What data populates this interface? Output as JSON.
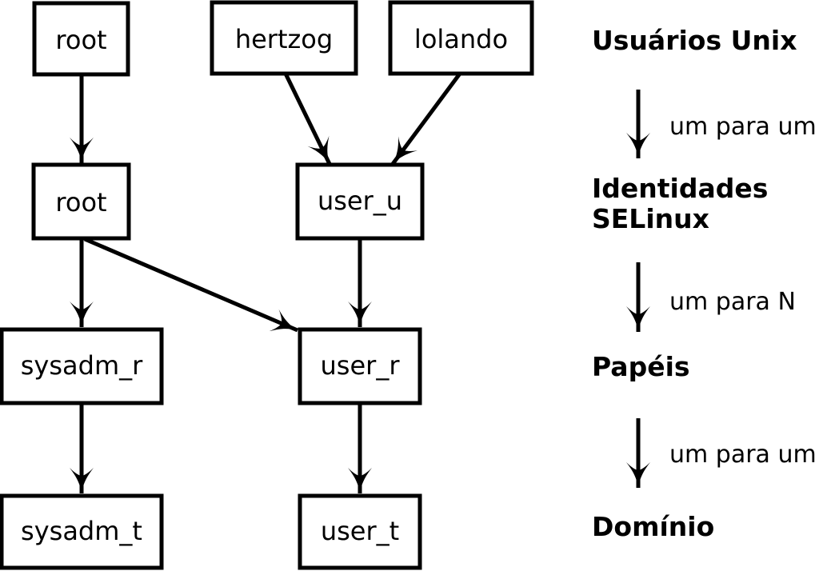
{
  "nodes": {
    "unix_root": "root",
    "unix_hertzog": "hertzog",
    "unix_lolando": "lolando",
    "identity_root": "root",
    "identity_user_u": "user_u",
    "role_sysadm_r": "sysadm_r",
    "role_user_r": "user_r",
    "domain_sysadm_t": "sysadm_t",
    "domain_user_t": "user_t"
  },
  "legend": {
    "unix_users": "Usuários Unix",
    "one_to_one_1": "um para um",
    "identities_line1": "Identidades",
    "identities_line2": "SELinux",
    "one_to_n": "um para N",
    "roles": "Papéis",
    "one_to_one_2": "um para um",
    "domain": "Domínio"
  },
  "colors": {
    "line": "#000000",
    "box_fill": "#ffffff",
    "background": "#ffffff"
  }
}
